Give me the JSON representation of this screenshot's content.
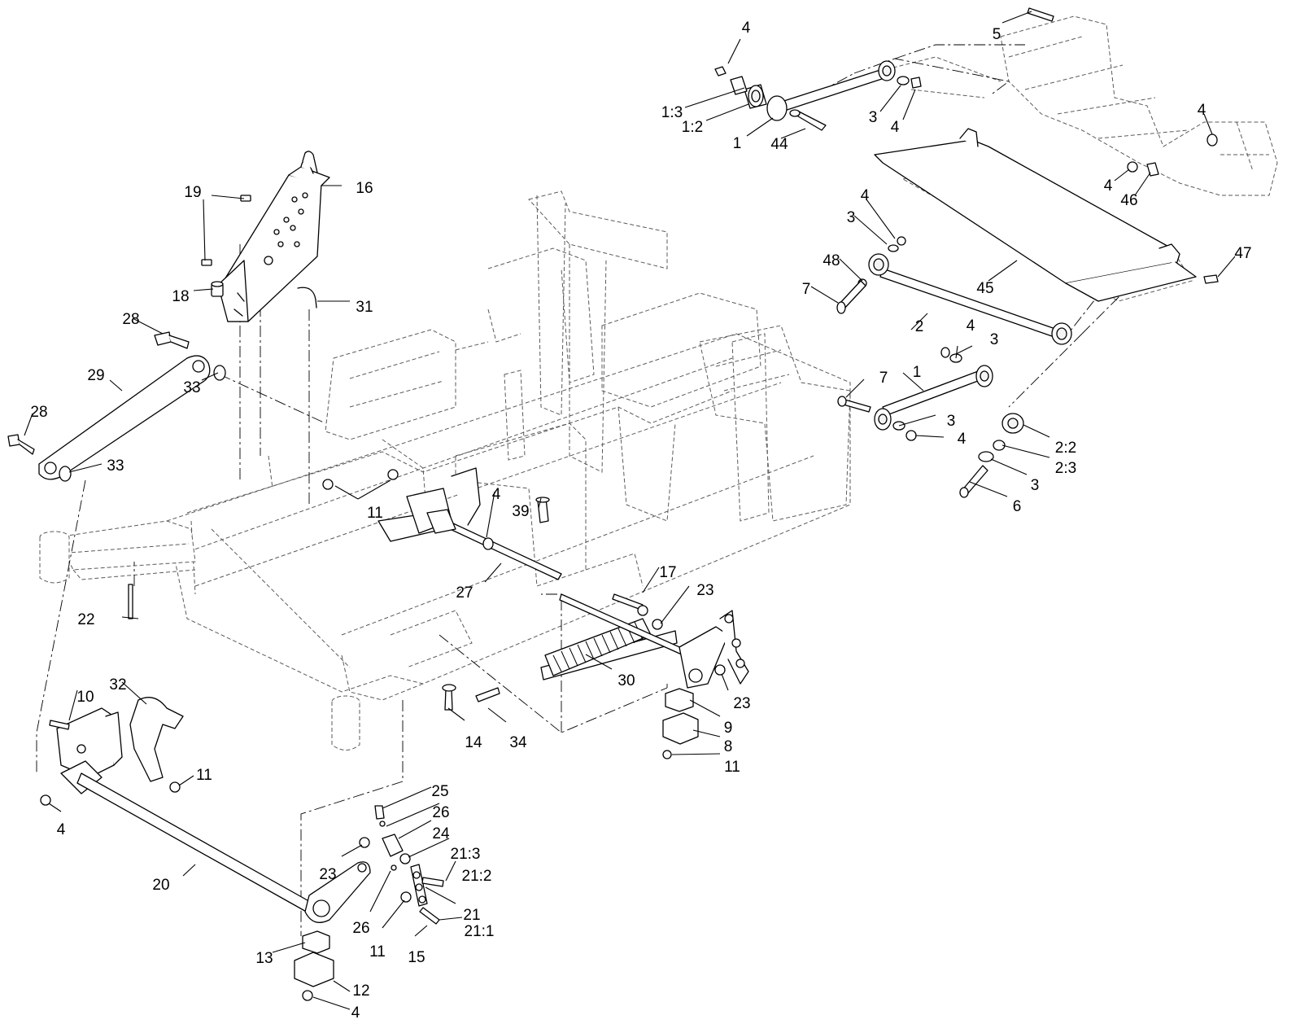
{
  "diagram": {
    "callouts": [
      {
        "id": "c-4-a",
        "text": "4"
      },
      {
        "id": "c-5",
        "text": "5"
      },
      {
        "id": "c-1-3-a",
        "text": "1:3"
      },
      {
        "id": "c-1-2-a",
        "text": "1:2"
      },
      {
        "id": "c-1-a",
        "text": "1"
      },
      {
        "id": "c-44",
        "text": "44"
      },
      {
        "id": "c-3-a",
        "text": "3"
      },
      {
        "id": "c-4-b",
        "text": "4"
      },
      {
        "id": "c-4-c",
        "text": "4"
      },
      {
        "id": "c-4-d",
        "text": "4"
      },
      {
        "id": "c-46",
        "text": "46"
      },
      {
        "id": "c-19",
        "text": "19"
      },
      {
        "id": "c-16",
        "text": "16"
      },
      {
        "id": "c-18",
        "text": "18"
      },
      {
        "id": "c-31",
        "text": "31"
      },
      {
        "id": "c-4-e",
        "text": "4"
      },
      {
        "id": "c-3-b",
        "text": "3"
      },
      {
        "id": "c-48",
        "text": "48"
      },
      {
        "id": "c-7-a",
        "text": "7"
      },
      {
        "id": "c-45",
        "text": "45"
      },
      {
        "id": "c-47",
        "text": "47"
      },
      {
        "id": "c-2",
        "text": "2"
      },
      {
        "id": "c-28-a",
        "text": "28"
      },
      {
        "id": "c-29",
        "text": "29"
      },
      {
        "id": "c-33-a",
        "text": "33"
      },
      {
        "id": "c-28-b",
        "text": "28"
      },
      {
        "id": "c-33-b",
        "text": "33"
      },
      {
        "id": "c-4-f",
        "text": "4"
      },
      {
        "id": "c-3-c",
        "text": "3"
      },
      {
        "id": "c-7-b",
        "text": "7"
      },
      {
        "id": "c-1-b",
        "text": "1"
      },
      {
        "id": "c-3-d",
        "text": "3"
      },
      {
        "id": "c-4-g",
        "text": "4"
      },
      {
        "id": "c-2-2",
        "text": "2:2"
      },
      {
        "id": "c-2-3",
        "text": "2:3"
      },
      {
        "id": "c-3-e",
        "text": "3"
      },
      {
        "id": "c-6",
        "text": "6"
      },
      {
        "id": "c-11-a",
        "text": "11"
      },
      {
        "id": "c-4-h",
        "text": "4"
      },
      {
        "id": "c-39",
        "text": "39"
      },
      {
        "id": "c-27",
        "text": "27"
      },
      {
        "id": "c-17",
        "text": "17"
      },
      {
        "id": "c-23-a",
        "text": "23"
      },
      {
        "id": "c-22",
        "text": "22"
      },
      {
        "id": "c-30",
        "text": "30"
      },
      {
        "id": "c-23-b",
        "text": "23"
      },
      {
        "id": "c-9",
        "text": "9"
      },
      {
        "id": "c-8",
        "text": "8"
      },
      {
        "id": "c-11-b",
        "text": "11"
      },
      {
        "id": "c-10",
        "text": "10"
      },
      {
        "id": "c-32",
        "text": "32"
      },
      {
        "id": "c-14",
        "text": "14"
      },
      {
        "id": "c-34",
        "text": "34"
      },
      {
        "id": "c-11-c",
        "text": "11"
      },
      {
        "id": "c-4-i",
        "text": "4"
      },
      {
        "id": "c-25",
        "text": "25"
      },
      {
        "id": "c-26-a",
        "text": "26"
      },
      {
        "id": "c-24",
        "text": "24"
      },
      {
        "id": "c-21-3",
        "text": "21:3"
      },
      {
        "id": "c-23-c",
        "text": "23"
      },
      {
        "id": "c-21-2",
        "text": "21:2"
      },
      {
        "id": "c-20",
        "text": "20"
      },
      {
        "id": "c-21",
        "text": "21"
      },
      {
        "id": "c-26-b",
        "text": "26"
      },
      {
        "id": "c-21-1",
        "text": "21:1"
      },
      {
        "id": "c-11-d",
        "text": "11"
      },
      {
        "id": "c-15",
        "text": "15"
      },
      {
        "id": "c-13",
        "text": "13"
      },
      {
        "id": "c-12",
        "text": "12"
      },
      {
        "id": "c-4-j",
        "text": "4"
      }
    ]
  }
}
